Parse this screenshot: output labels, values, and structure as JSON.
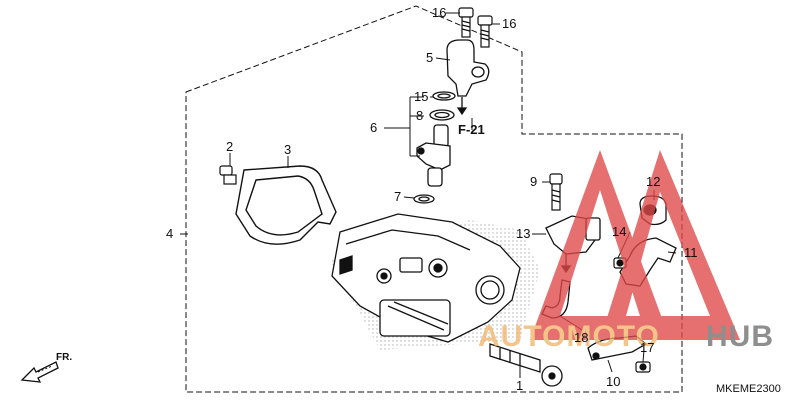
{
  "callouts": [
    "16",
    "16",
    "5",
    "15",
    "8",
    "6",
    "7",
    "2",
    "3",
    "4",
    "9",
    "13",
    "12",
    "14",
    "11",
    "18",
    "17",
    "10",
    "1"
  ],
  "reference_label": "F-21",
  "diagram_code": "MKEME2300",
  "front_label": "FR.",
  "watermark": {
    "part1": "AUTOMOTO",
    "part2": "HUB"
  },
  "colors": {
    "line": "#111111",
    "watermark_red": "#e04848",
    "watermark_orange": "#f2b46a",
    "watermark_gray": "#6f6f6f"
  }
}
